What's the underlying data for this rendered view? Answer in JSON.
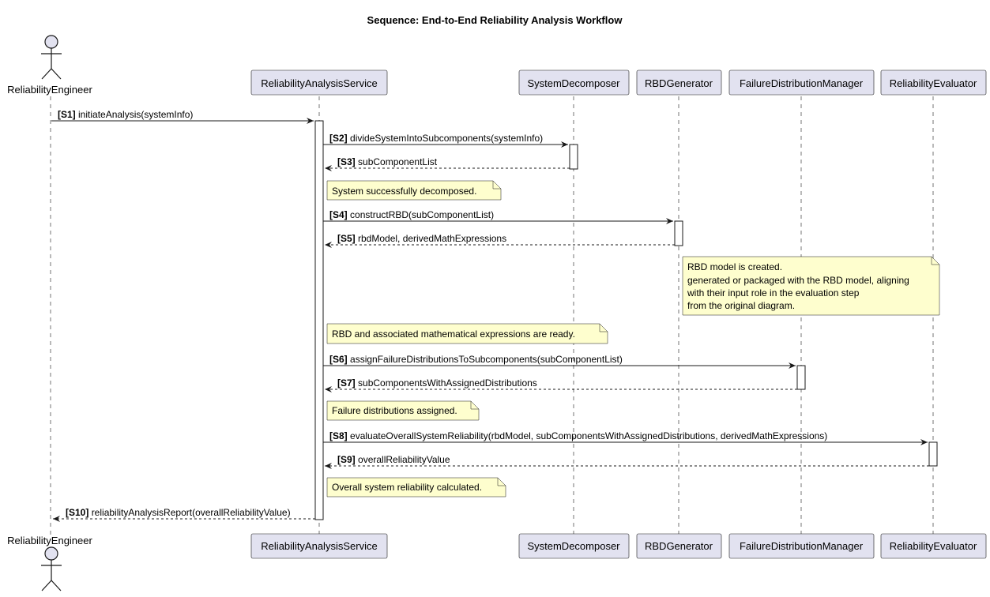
{
  "title": "Sequence: End-to-End Reliability Analysis Workflow",
  "participants": [
    {
      "id": "engineer",
      "name": "ReliabilityEngineer",
      "kind": "actor"
    },
    {
      "id": "service",
      "name": "ReliabilityAnalysisService",
      "kind": "participant"
    },
    {
      "id": "decomposer",
      "name": "SystemDecomposer",
      "kind": "participant"
    },
    {
      "id": "rbd",
      "name": "RBDGenerator",
      "kind": "participant"
    },
    {
      "id": "fdm",
      "name": "FailureDistributionManager",
      "kind": "participant"
    },
    {
      "id": "evaluator",
      "name": "ReliabilityEvaluator",
      "kind": "participant"
    }
  ],
  "messages": [
    {
      "label": "[S1]",
      "text": "initiateAnalysis(systemInfo)",
      "from": "engineer",
      "to": "service",
      "kind": "call"
    },
    {
      "label": "[S2]",
      "text": "divideSystemIntoSubcomponents(systemInfo)",
      "from": "service",
      "to": "decomposer",
      "kind": "call"
    },
    {
      "label": "[S3]",
      "text": "subComponentList",
      "from": "decomposer",
      "to": "service",
      "kind": "return"
    },
    {
      "label": "[S4]",
      "text": "constructRBD(subComponentList)",
      "from": "service",
      "to": "rbd",
      "kind": "call"
    },
    {
      "label": "[S5]",
      "text": "rbdModel, derivedMathExpressions",
      "from": "rbd",
      "to": "service",
      "kind": "return"
    },
    {
      "label": "[S6]",
      "text": "assignFailureDistributionsToSubcomponents(subComponentList)",
      "from": "service",
      "to": "fdm",
      "kind": "call"
    },
    {
      "label": "[S7]",
      "text": "subComponentsWithAssignedDistributions",
      "from": "fdm",
      "to": "service",
      "kind": "return"
    },
    {
      "label": "[S8]",
      "text": "evaluateOverallSystemReliability(rbdModel, subComponentsWithAssignedDistributions, derivedMathExpressions)",
      "from": "service",
      "to": "evaluator",
      "kind": "call"
    },
    {
      "label": "[S9]",
      "text": "overallReliabilityValue",
      "from": "evaluator",
      "to": "service",
      "kind": "return"
    },
    {
      "label": "[S10]",
      "text": "reliabilityAnalysisReport(overallReliabilityValue)",
      "from": "service",
      "to": "engineer",
      "kind": "return"
    }
  ],
  "notes": [
    {
      "lines": [
        "System successfully decomposed."
      ]
    },
    {
      "lines": [
        "RBD model is created.",
        "generated or packaged with the RBD model, aligning",
        "with their input role in the evaluation step",
        "from the original diagram."
      ]
    },
    {
      "lines": [
        "RBD and associated mathematical expressions are ready."
      ]
    },
    {
      "lines": [
        "Failure distributions assigned."
      ]
    },
    {
      "lines": [
        "Overall system reliability calculated."
      ]
    }
  ],
  "colors": {
    "participant_fill": "#e2e2f0",
    "participant_border": "#181818",
    "note_fill": "#fbfb77",
    "note_fill_light": "#fefece",
    "line": "#181818"
  }
}
